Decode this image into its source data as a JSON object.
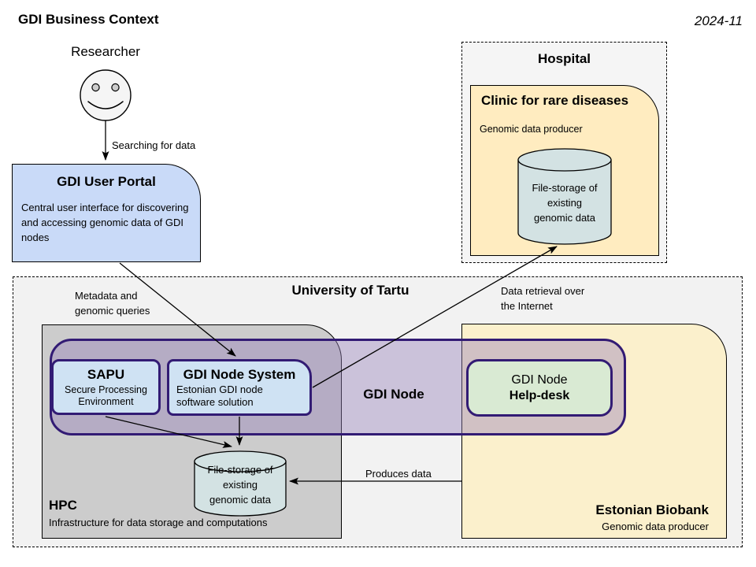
{
  "header": {
    "title": "GDI Business Context",
    "date": "2024-11"
  },
  "researcher": {
    "label": "Researcher"
  },
  "edges": {
    "searching": "Searching for data",
    "metadata": "Metadata and\ngenomic queries",
    "retrieval": "Data retrieval over\nthe Internet",
    "produces": "Produces data"
  },
  "portal": {
    "title": "GDI User Portal",
    "body": "Central user interface for discovering and accessing genomic data of GDI nodes"
  },
  "hospital": {
    "title": "Hospital",
    "clinic": {
      "title": "Clinic for rare diseases",
      "subtitle": "Genomic data producer",
      "storage": "File-storage of\nexisting\ngenomic data"
    }
  },
  "university": {
    "title": "University of Tartu"
  },
  "hpc": {
    "title": "HPC",
    "subtitle": "Infrastructure for data storage and computations",
    "storage": "File-storage of\nexisting\ngenomic data"
  },
  "gdi_node": {
    "label": "GDI Node",
    "sapu": {
      "title": "SAPU",
      "subtitle": "Secure Processing Environment"
    },
    "node_system": {
      "title": "GDI Node System",
      "subtitle": "Estonian GDI node software solution"
    },
    "helpdesk": {
      "line1": "GDI Node",
      "line2": "Help-desk"
    }
  },
  "biobank": {
    "title": "Estonian Biobank",
    "subtitle": "Genomic data producer"
  },
  "colors": {
    "accent_purple": "#321b74",
    "portal_blue": "#c9daf8",
    "component_blue": "#cfe2f3",
    "clinic_yellow": "#ffecc0",
    "biobank_yellow": "#fbf0cc",
    "hpc_gray": "#cccccc",
    "helpdesk_green": "#d9ead3",
    "cylinder_blue": "#d3e2e3"
  }
}
